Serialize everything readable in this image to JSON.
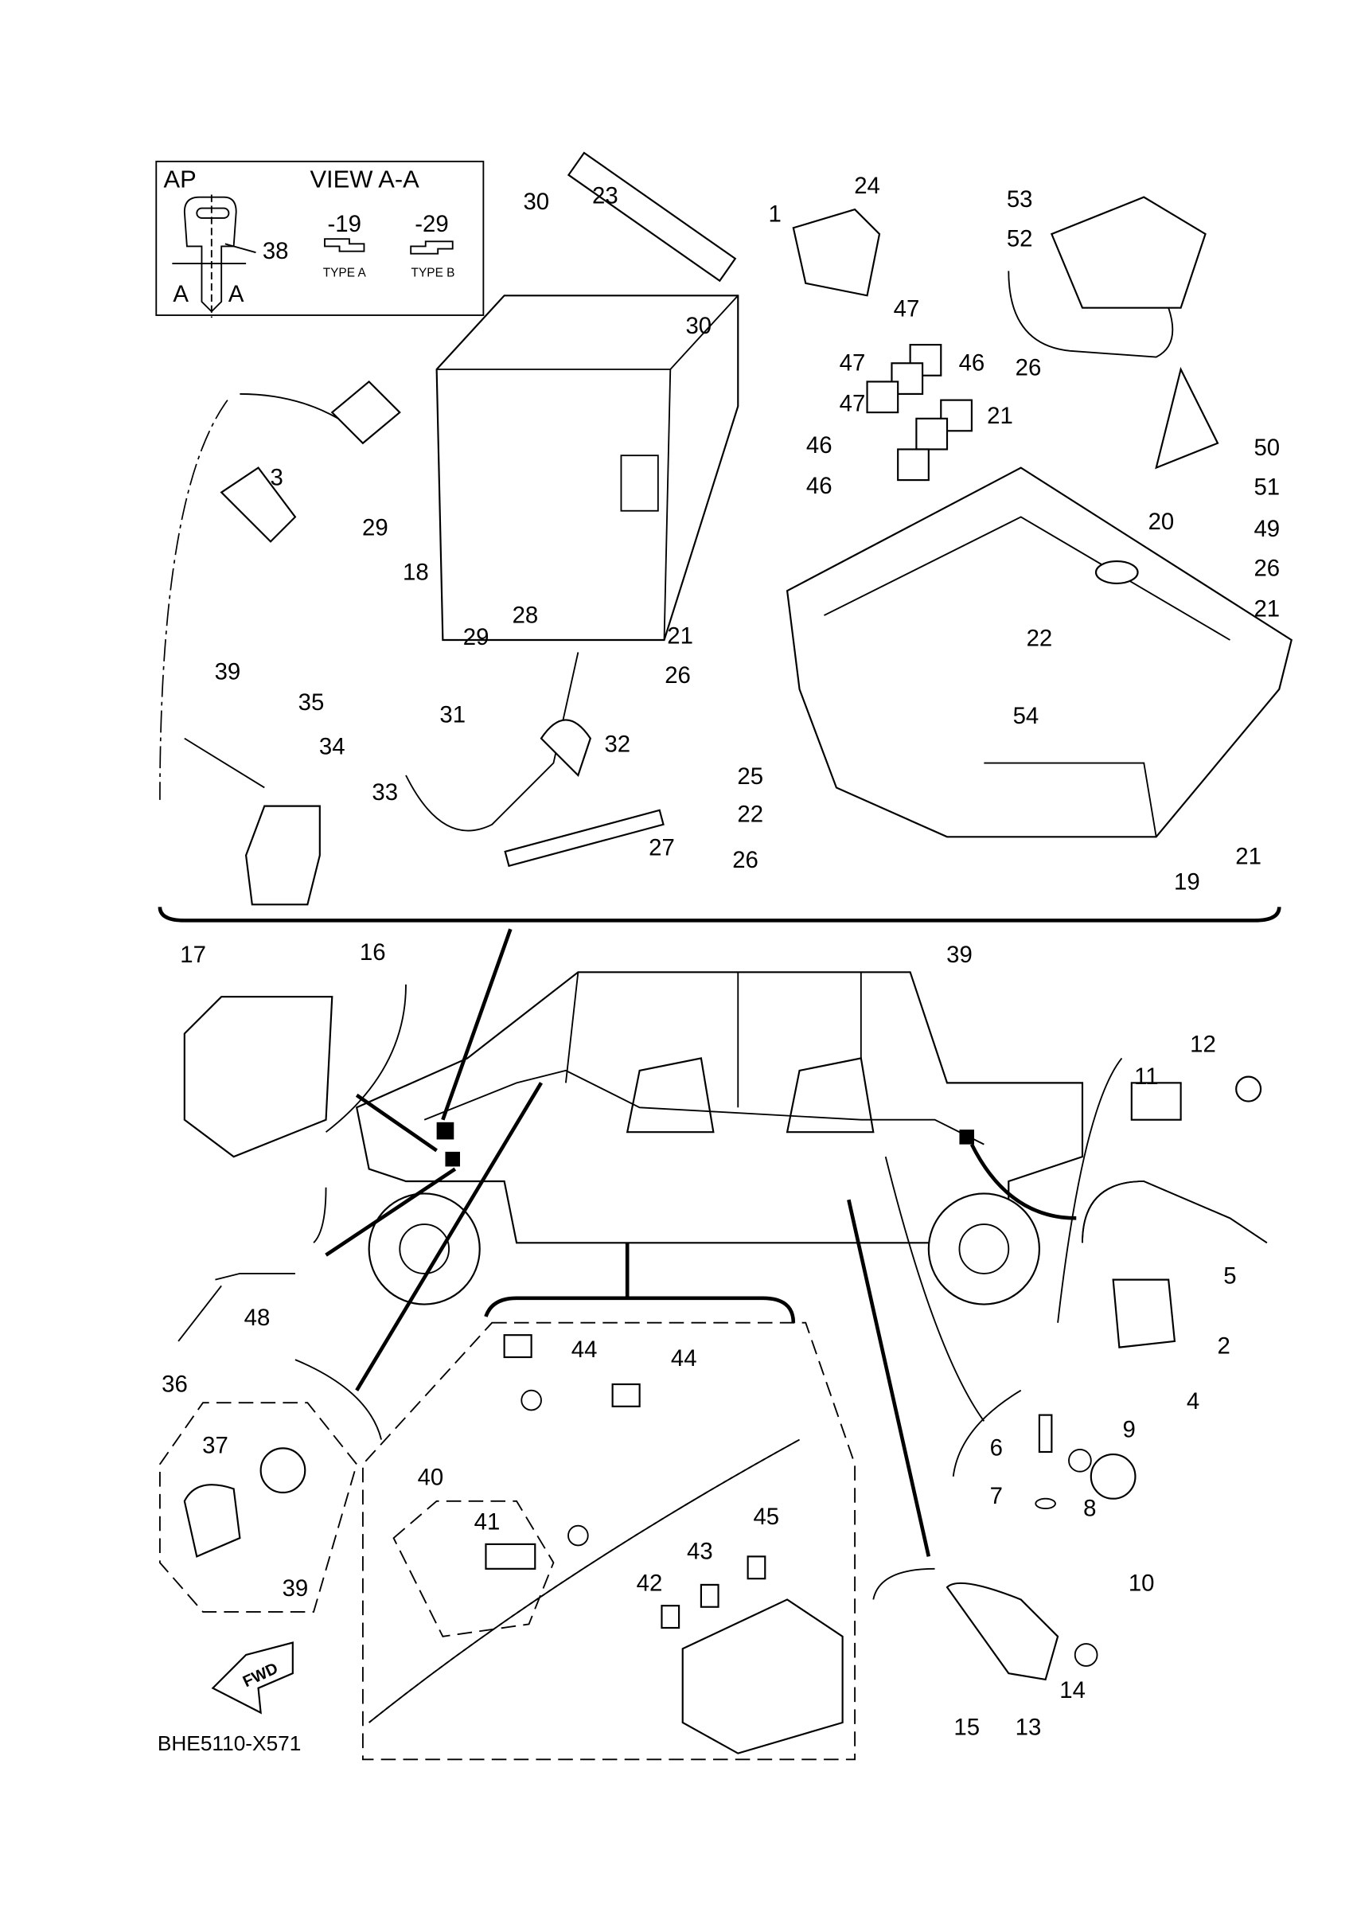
{
  "key_box": {
    "model": "AP",
    "view": "VIEW A-A",
    "type_a_code": "-19",
    "type_b_code": "-29",
    "type_a": "TYPE A",
    "type_b": "TYPE B",
    "section_mark": "A",
    "key_ref": "38"
  },
  "callouts_top": [
    "30",
    "23",
    "24",
    "1",
    "53",
    "52",
    "30",
    "47",
    "47",
    "46",
    "47",
    "26",
    "21",
    "50",
    "46",
    "46",
    "51",
    "3",
    "29",
    "49",
    "20",
    "26",
    "18",
    "28",
    "29",
    "21",
    "22",
    "21",
    "39",
    "35",
    "26",
    "31",
    "32",
    "34",
    "33",
    "54",
    "25",
    "22",
    "27",
    "26",
    "21",
    "19"
  ],
  "callouts_bottom": [
    "17",
    "16",
    "39",
    "12",
    "11",
    "48",
    "5",
    "2",
    "4",
    "36",
    "37",
    "44",
    "44",
    "9",
    "6",
    "7",
    "8",
    "10",
    "40",
    "41",
    "45",
    "43",
    "42",
    "39",
    "14",
    "15",
    "13"
  ],
  "fwd_label": "FWD",
  "diagram_code": "BHE5110-X571"
}
